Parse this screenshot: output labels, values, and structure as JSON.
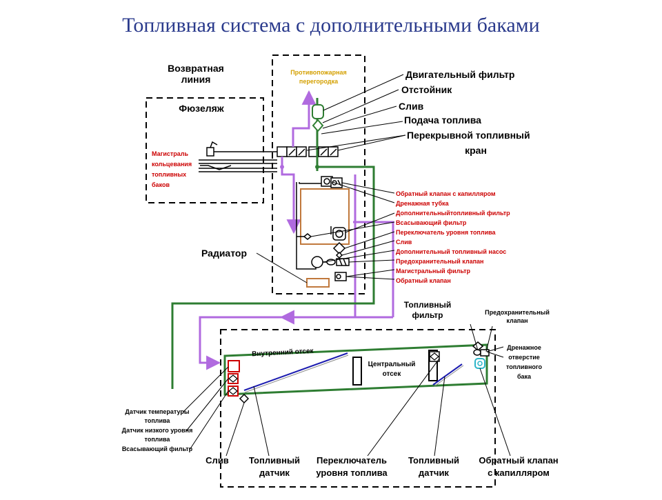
{
  "title": "Топливная система с дополнительными баками",
  "labels": {
    "return_line_1": "Возвратная",
    "return_line_2": "линия",
    "fuselage": "Фюзеляж",
    "firewall_1": "Противопожарная",
    "firewall_2": "перегородка",
    "ring_main_1": "Магистраль",
    "ring_main_2": "кольцевания",
    "ring_main_3": "топливных",
    "ring_main_4": "баков",
    "engine_filter": "Двигательный фильтр",
    "sump": "Отстойник",
    "drain_top": "Слив",
    "fuel_supply": "Подача топлива",
    "shutoff_valve_1": "Перекрывной топливный",
    "shutoff_valve_2": "кран",
    "check_valve_capillary": "Обратный клапан с капилляром",
    "drain_tube": "Дренажная тубка",
    "aux_fuel_filter": "Дополнительныйтопливный фильтр",
    "suction_filter": "Всасывающий фильтр",
    "level_switch": "Переключатель уровня топлива",
    "drain_mid": "Слив",
    "aux_fuel_pump": "Дополнительный топливный насос",
    "relief_valve": "Предохранительный клапан",
    "main_filter": "Магистральный фильтр",
    "check_valve": "Обратный клапан",
    "radiator": "Радиатор",
    "fuel_filter_1": "Топливный",
    "fuel_filter_2": "фильтр",
    "relief_valve_r1": "Предохранительный",
    "relief_valve_r2": "клапан",
    "vent_1": "Дренажное",
    "vent_2": "отверстие",
    "vent_3": "топливного",
    "vent_4": "бака",
    "inner_bay": "Внутренний отсек",
    "central_bay_1": "Центральный",
    "central_bay_2": "отсек",
    "temp_sensor_1": "Датчик температуры",
    "temp_sensor_2": "топлива",
    "low_level_1": "Датчик низкого уровня",
    "low_level_2": "топлива",
    "suction_filter_bottom": "Всасывающий фильтр",
    "drain_bottom": "Слив",
    "fuel_sensor_a1": "Топливный",
    "fuel_sensor_a2": "датчик",
    "level_switch_b1": "Переключатель",
    "level_switch_b2": "уровня топлива",
    "fuel_sensor_b1": "Топливный",
    "fuel_sensor_b2": "датчик",
    "check_cap_b1": "Обратный клапан",
    "check_cap_b2": "с капилляром"
  },
  "colors": {
    "title": "#2a3a8c",
    "fuel_supply_line": "#2e7d32",
    "return_line": "#b06adf",
    "red_labels": "#cc0000",
    "firewall_label": "#d4a000",
    "radiator": "#c0783c",
    "vent_valve": "#2bb5c8",
    "sensor_line": "#1c1cb0"
  }
}
